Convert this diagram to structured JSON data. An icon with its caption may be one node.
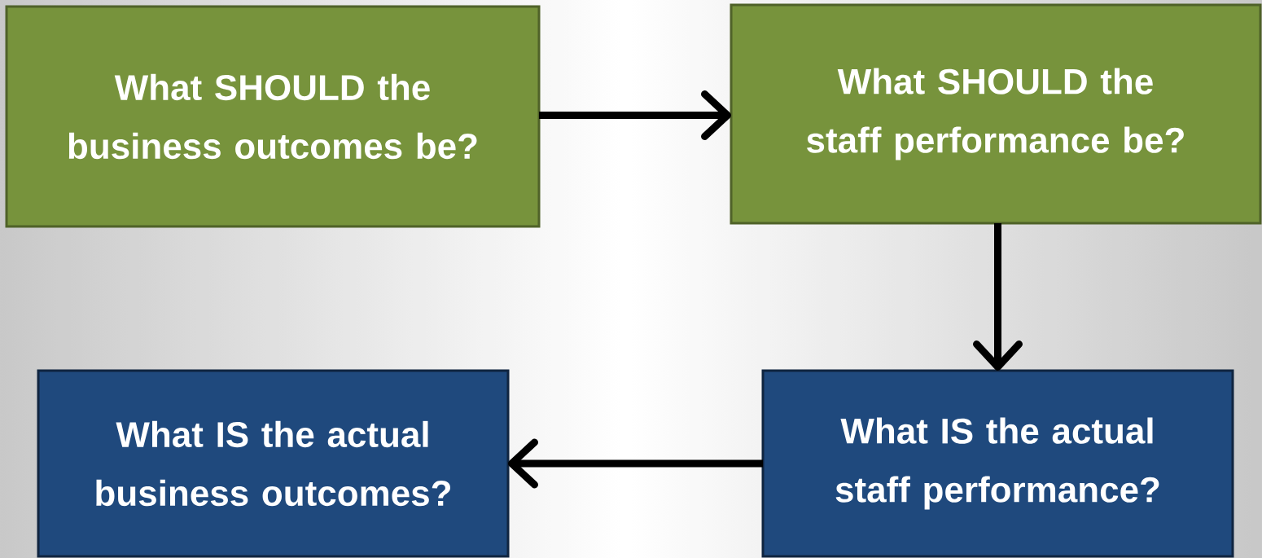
{
  "diagram": {
    "nodes": [
      {
        "text": [
          "What SHOULD the business outcomes be?"
        ]
      },
      {
        "text": [
          "What SHOULD the staff performance be?"
        ]
      },
      {
        "text": [
          "What IS the actual business outcomes?"
        ]
      },
      {
        "text": [
          "What IS the actual staff performance?"
        ]
      }
    ],
    "edges": [
      {
        "from": 0,
        "to": 1,
        "arrow": "to"
      },
      {
        "from": 1,
        "to": 3,
        "arrow": "to"
      },
      {
        "from": 3,
        "to": 2,
        "arrow": "to"
      }
    ]
  }
}
